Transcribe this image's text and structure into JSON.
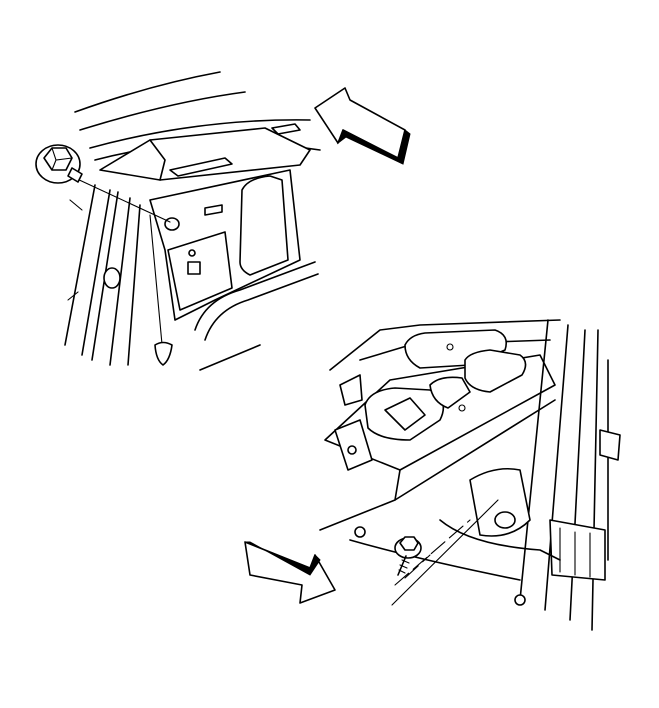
{
  "figure": {
    "views": [
      {
        "id": "upper-left-view",
        "fastener": "flange-bolt",
        "arrow_direction": "up-left"
      },
      {
        "id": "lower-right-view",
        "fastener": "washer-bolt",
        "arrow_direction": "down-right"
      }
    ],
    "colors": {
      "line": "#000000",
      "background": "#ffffff"
    }
  }
}
